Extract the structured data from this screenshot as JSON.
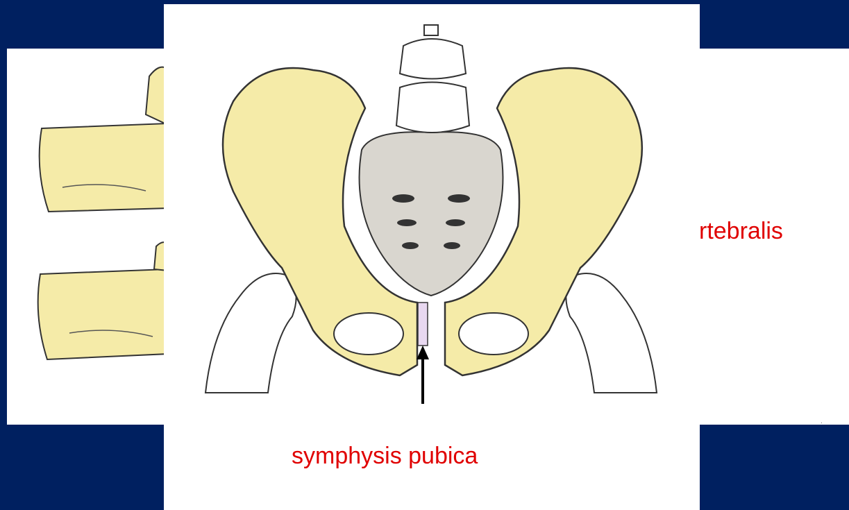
{
  "slide": {
    "background_color": "#002060",
    "text_color": "#e00000",
    "bone_color": "#f5eba8"
  },
  "back_figure": {
    "label": "rtebralis",
    "subject": "vertebrae-lateral-view"
  },
  "front_figure": {
    "label": "symphysis pubica",
    "subject": "pelvis-anterior-view",
    "pointer_icon": "up-arrow-icon"
  }
}
